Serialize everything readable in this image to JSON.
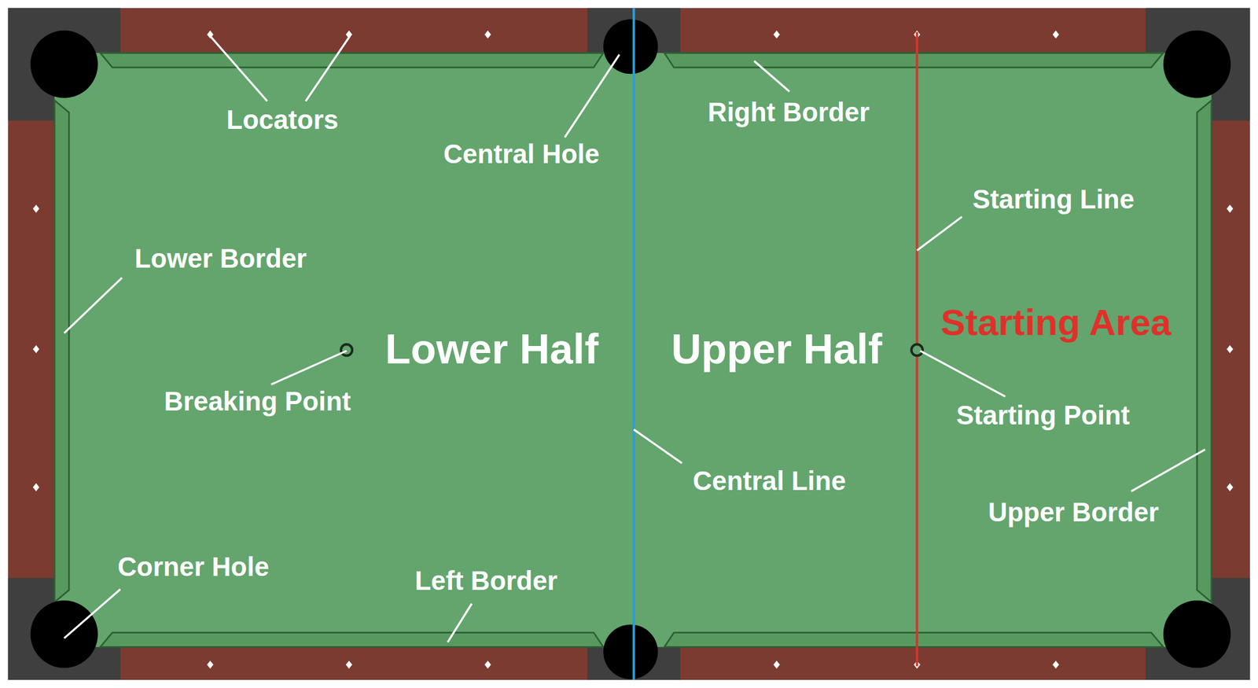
{
  "diagram": {
    "labels": [
      "Locators",
      "Central Hole",
      "Right Border",
      "Starting Line",
      "Lower Border",
      "Lower Half",
      "Upper Half",
      "Starting Area",
      "Breaking Point",
      "Starting Point",
      "Central Line",
      "Upper Border",
      "Corner Hole",
      "Left Border"
    ]
  }
}
